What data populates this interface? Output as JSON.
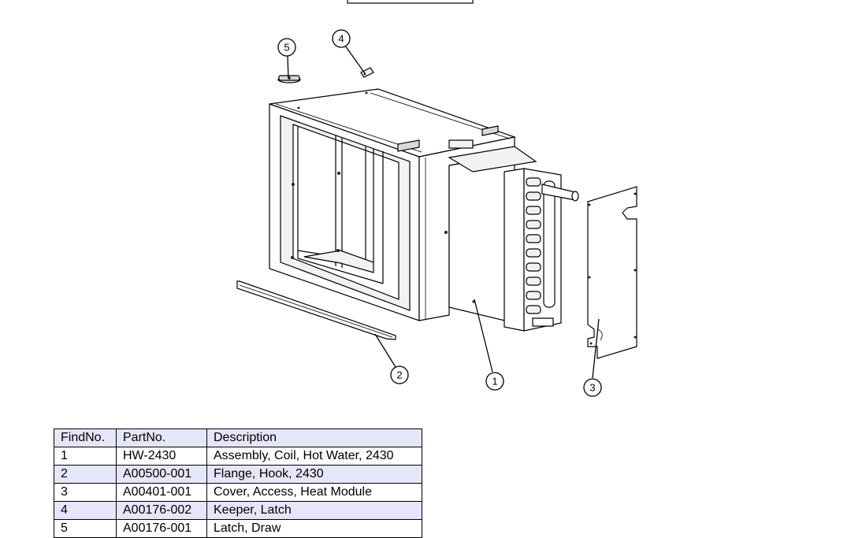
{
  "table": {
    "headers": [
      "FindNo.",
      "PartNo.",
      "Description"
    ],
    "rows": [
      {
        "find": "1",
        "part": "HW-2430",
        "desc": "Assembly, Coil, Hot Water, 2430"
      },
      {
        "find": "2",
        "part": "A00500-001",
        "desc": "Flange, Hook, 2430"
      },
      {
        "find": "3",
        "part": "A00401-001",
        "desc": "Cover, Access, Heat Module"
      },
      {
        "find": "4",
        "part": "A00176-002",
        "desc": "Keeper, Latch"
      },
      {
        "find": "5",
        "part": "A00176-001",
        "desc": "Latch, Draw"
      }
    ]
  },
  "callouts": [
    "1",
    "2",
    "3",
    "4",
    "5"
  ]
}
